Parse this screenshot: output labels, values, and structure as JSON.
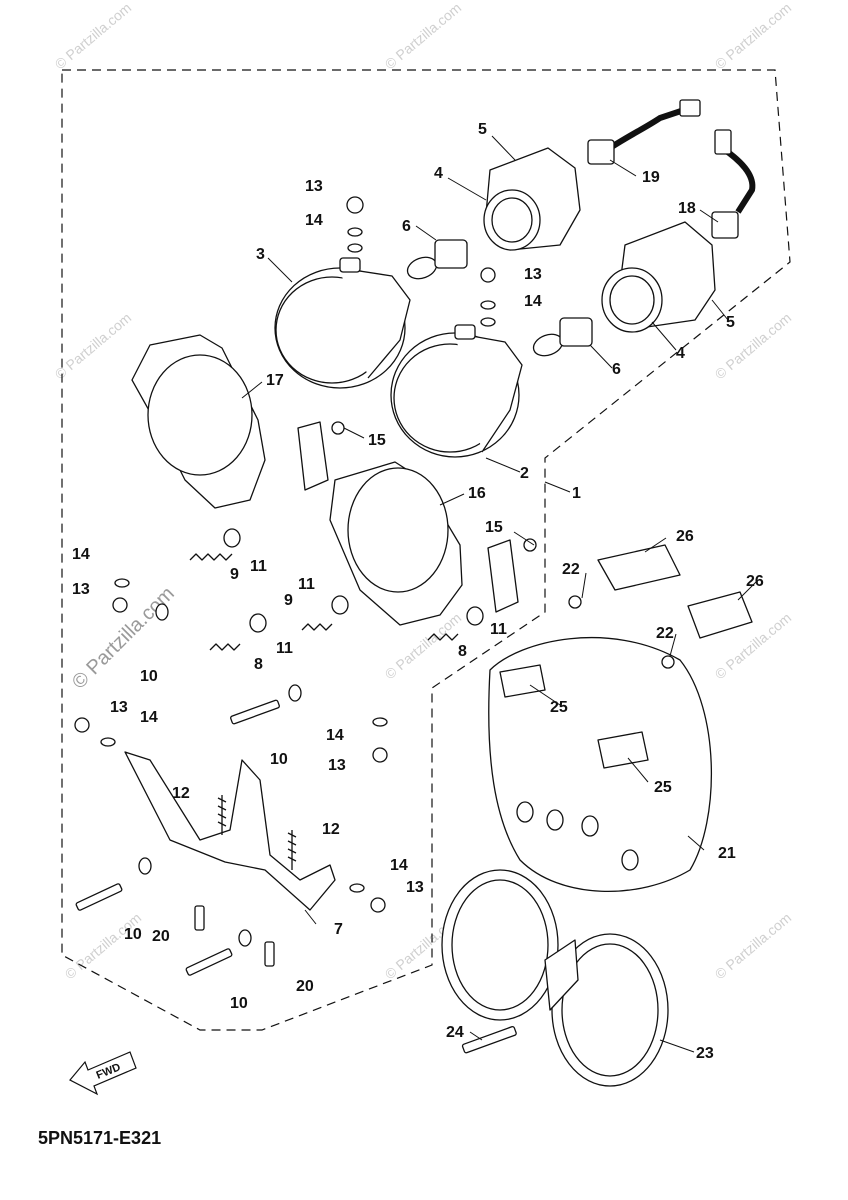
{
  "diagram_code": "5PN5171-E321",
  "fwd_label": "FWD",
  "watermark": "© Partzilla.com",
  "callouts": {
    "c1": "1",
    "c2": "2",
    "c3": "3",
    "c4a": "4",
    "c4b": "4",
    "c5a": "5",
    "c5b": "5",
    "c6a": "6",
    "c6b": "6",
    "c7": "7",
    "c8a": "8",
    "c8b": "8",
    "c9a": "9",
    "c9b": "9",
    "c10a": "10",
    "c10b": "10",
    "c10c": "10",
    "c10d": "10",
    "c11a": "11",
    "c11b": "11",
    "c11c": "11",
    "c11d": "11",
    "c12a": "12",
    "c12b": "12",
    "c13a": "13",
    "c13b": "13",
    "c13c": "13",
    "c13d": "13",
    "c13e": "13",
    "c13f": "13",
    "c14a": "14",
    "c14b": "14",
    "c14c": "14",
    "c14d": "14",
    "c14e": "14",
    "c14f": "14",
    "c15a": "15",
    "c15b": "15",
    "c16": "16",
    "c17": "17",
    "c18": "18",
    "c19": "19",
    "c20a": "20",
    "c20b": "20",
    "c21": "21",
    "c22a": "22",
    "c22b": "22",
    "c23": "23",
    "c24": "24",
    "c25a": "25",
    "c25b": "25",
    "c26a": "26",
    "c26b": "26"
  },
  "colors": {
    "line": "#111111",
    "watermark": "#cfcfcf"
  }
}
